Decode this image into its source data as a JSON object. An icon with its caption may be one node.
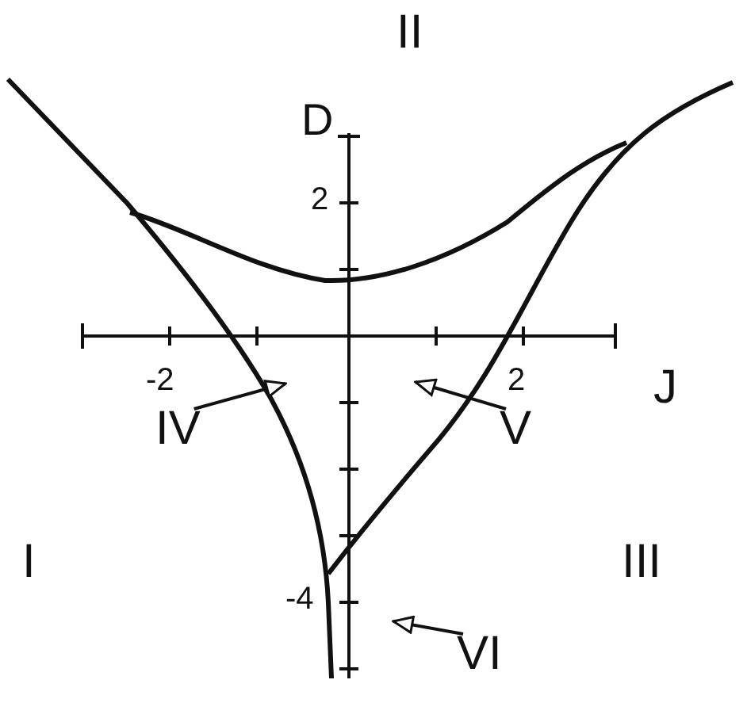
{
  "diagram": {
    "nodes": [
      {
        "text": [
          "IV"
        ]
      },
      {
        "text": [
          "V"
        ]
      },
      {
        "text": [
          "VI"
        ]
      }
    ],
    "edges": [
      {
        "from": 0,
        "to": null,
        "arrow": "to"
      },
      {
        "from": 1,
        "to": null,
        "arrow": "to"
      },
      {
        "from": 2,
        "to": null,
        "arrow": "to"
      }
    ],
    "labels": [
      "II",
      "D",
      "2",
      "-2",
      "2",
      "J",
      "I",
      "III",
      "-4"
    ]
  }
}
